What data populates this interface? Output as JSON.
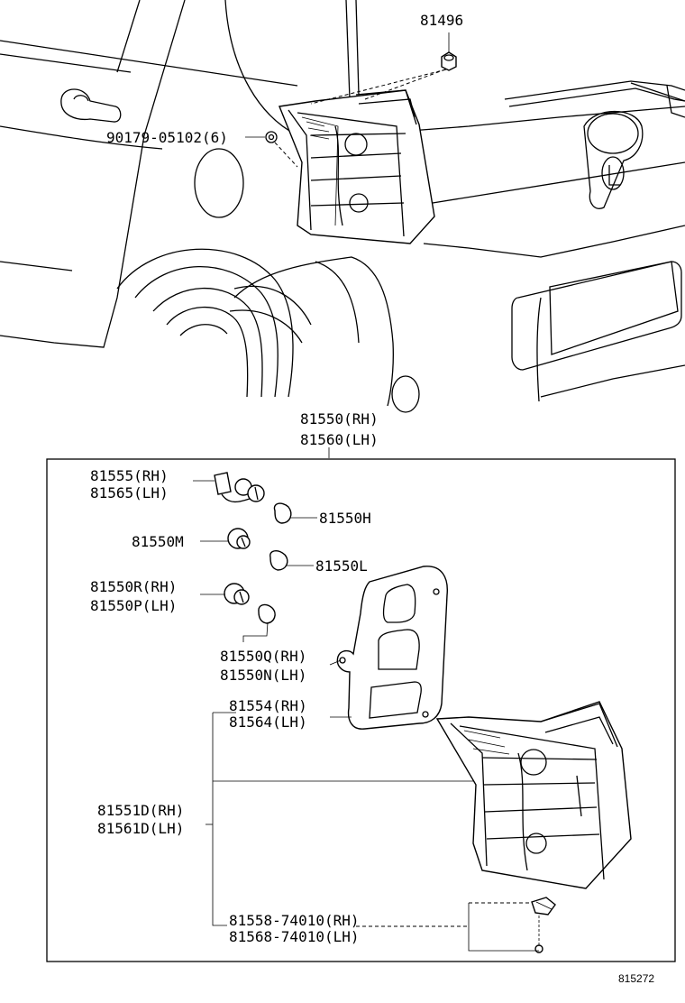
{
  "callouts": {
    "p81496": "81496",
    "p90179": "90179-05102(6)",
    "p81550_rh": "81550(RH)",
    "p81560_lh": "81560(LH)",
    "p81555_rh": "81555(RH)",
    "p81565_lh": "81565(LH)",
    "p81550h": "81550H",
    "p81550m": "81550M",
    "p81550l": "81550L",
    "p81550r_rh": "81550R(RH)",
    "p81550p_lh": "81550P(LH)",
    "p81550q_rh": "81550Q(RH)",
    "p81550n_lh": "81550N(LH)",
    "p81554_rh": "81554(RH)",
    "p81564_lh": "81564(LH)",
    "p81551d_rh": "81551D(RH)",
    "p81561d_lh": "81561D(LH)",
    "p81558_rh": "81558-74010(RH)",
    "p81568_lh": "81568-74010(LH)"
  },
  "illustration_id": "815272"
}
